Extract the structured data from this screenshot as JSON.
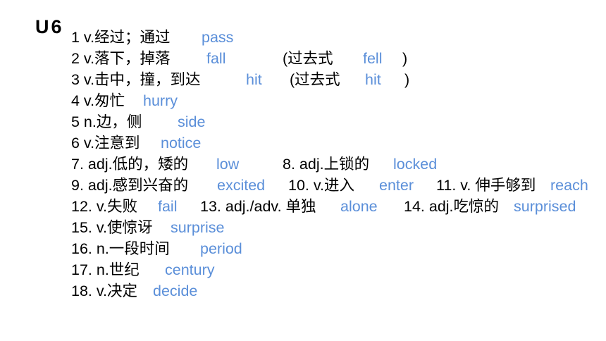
{
  "unit_title": "U6",
  "colors": {
    "chinese_text": "#000000",
    "english_answer": "#5b8fd9"
  },
  "rows": [
    [
      {
        "cn": "1   v.经过；通过",
        "en": "pass"
      }
    ],
    [
      {
        "cn": "2 v.落下，掉落",
        "en": "fall"
      },
      {
        "cn": "(过去式",
        "en": "fell",
        "tail": ")"
      }
    ],
    [
      {
        "cn": "3 v.击中，撞，到达",
        "en": "hit"
      },
      {
        "cn": "(过去式",
        "en": "hit",
        "tail": ")"
      }
    ],
    [
      {
        "cn": "4  v.匆忙",
        "en": "hurry"
      }
    ],
    [
      {
        "cn": "5  n.边，侧",
        "en": "side"
      }
    ],
    [
      {
        "cn": "6 v.注意到",
        "en": "notice"
      }
    ],
    [
      {
        "cn": "7. adj.低的，矮的",
        "en": "low"
      },
      {
        "cn": "8.  adj.上锁的",
        "en": "locked"
      }
    ],
    [
      {
        "cn": "9. adj.感到兴奋的",
        "en": "excited"
      },
      {
        "cn": "10.  v.进入",
        "en": "enter"
      },
      {
        "cn": "11. v. 伸手够到",
        "en": "reach"
      }
    ],
    [
      {
        "cn": "12. v.失败",
        "en": "fail"
      },
      {
        "cn": "13. adj./adv. 单独",
        "en": "alone"
      },
      {
        "cn": "14. adj.吃惊的",
        "en": "surprised"
      }
    ],
    [
      {
        "cn": "15. v.使惊讶",
        "en": "surprise"
      }
    ],
    [
      {
        "cn": "16. n.一段时间",
        "en": "period"
      }
    ],
    [
      {
        "cn": "17. n.世纪",
        "en": "century"
      }
    ],
    [
      {
        "cn": "18. v.决定",
        "en": "decide"
      }
    ]
  ]
}
